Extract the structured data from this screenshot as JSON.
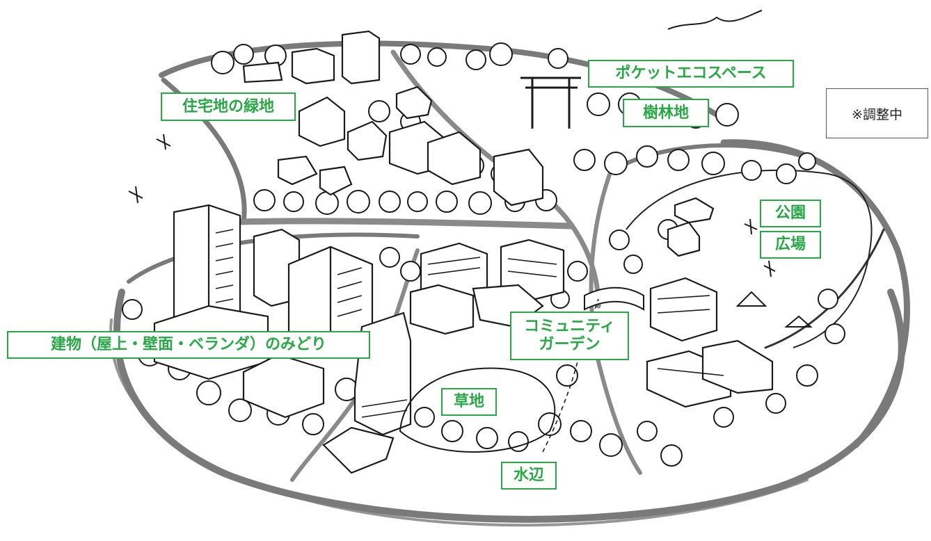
{
  "labels": {
    "residential_green": "住宅地の緑地",
    "pocket_eco_space": "ポケットエコスペース",
    "woodland": "樹林地",
    "park": "公園",
    "plaza": "広場",
    "building_green": "建物（屋上・壁面・ベランダ）のみどり",
    "community_garden_line1": "コミュニティ",
    "community_garden_line2": "ガーデン",
    "grassland": "草地",
    "waterside": "水辺"
  },
  "note": "※調整中",
  "colors": {
    "label_green": "#27a845",
    "road_gray": "#7a7a7a",
    "sketch_ink": "#1a1a1a"
  }
}
